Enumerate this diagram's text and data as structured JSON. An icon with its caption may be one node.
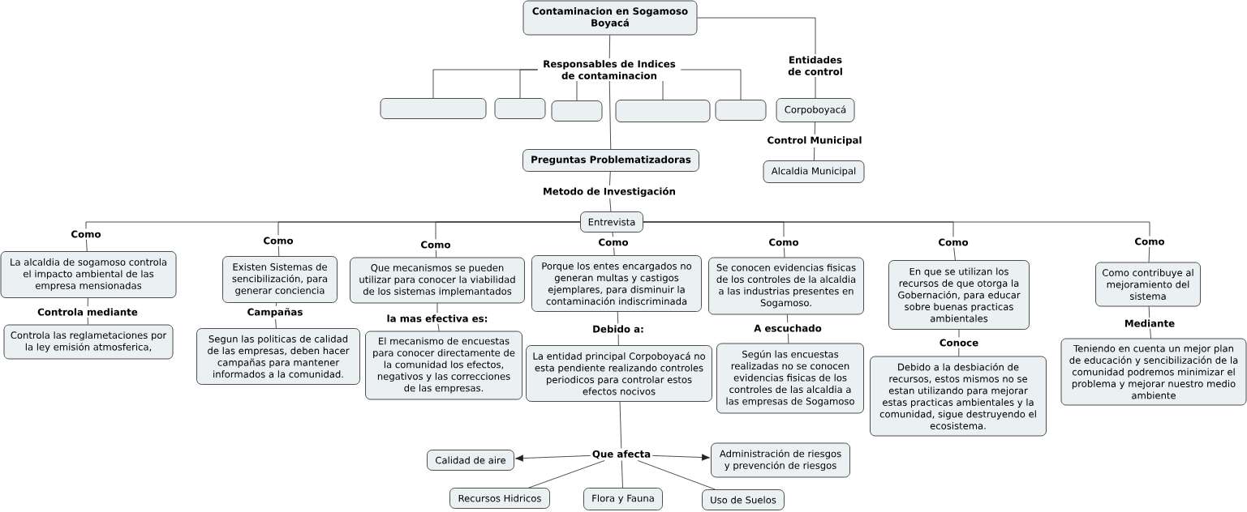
{
  "diagram": {
    "nodes": [
      {
        "text": [
          "Contaminacion en Sogamoso Boyacá"
        ]
      },
      {
        "text": [
          "Responsables de Indices de contaminacion"
        ]
      },
      {
        "text": [],
        "shape": "box"
      },
      {
        "text": [],
        "shape": "box"
      },
      {
        "text": [],
        "shape": "box"
      },
      {
        "text": [],
        "shape": "box"
      },
      {
        "text": [],
        "shape": "box"
      },
      {
        "text": [
          "Preguntas Problematizadoras"
        ]
      },
      {
        "text": [
          "Entidades de control"
        ]
      },
      {
        "text": [
          "Corpoboyacá"
        ]
      },
      {
        "text": [
          "Control Municipal"
        ]
      },
      {
        "text": [
          "Alcaldia Municipal"
        ]
      },
      {
        "text": [
          "Metodo de Investigación"
        ]
      },
      {
        "text": [
          "Entrevista"
        ]
      },
      {
        "text": [
          "Como"
        ]
      },
      {
        "text": [
          "La alcaldia de sogamoso controla el impacto ambiental de las empresa mensionadas"
        ]
      },
      {
        "text": [
          "Controla mediante"
        ]
      },
      {
        "text": [
          "Controla las reglametaciones por la ley emisión atmosferica,"
        ]
      },
      {
        "text": [
          "Como"
        ]
      },
      {
        "text": [
          "Existen Sistemas de sencibilización, para generar conciencia"
        ]
      },
      {
        "text": [
          "Campañas"
        ]
      },
      {
        "text": [
          "Segun las politicas de calidad de las empresas, deben hacer campañas para mantener informados a la comunidad."
        ]
      },
      {
        "text": [
          "Como"
        ]
      },
      {
        "text": [
          "Que mecanismos se pueden utilizar para conocer la viabilidad de los sistemas implemantados"
        ]
      },
      {
        "text": [
          "la mas efectiva es:"
        ]
      },
      {
        "text": [
          "El mecanismo de encuestas para conocer directamente de la comunidad los efectos, negativos y las correcciones de las empresas."
        ]
      },
      {
        "text": [
          "Como"
        ]
      },
      {
        "text": [
          "Porque los entes encargados no generan multas y castigos ejemplares, para disminuir la contaminación indiscriminada"
        ]
      },
      {
        "text": [
          "Debido a:"
        ]
      },
      {
        "text": [
          "La entidad principal Corpoboyacá no esta pendiente realizando controles periodicos para controlar estos efectos nocivos"
        ]
      },
      {
        "text": [
          "Como"
        ]
      },
      {
        "text": [
          "Se conocen evidencias fisicas de los controles de la alcaldia a las industrias presentes en Sogamoso."
        ]
      },
      {
        "text": [
          "A escuchado"
        ]
      },
      {
        "text": [
          "Según las encuestas realizadas no se conocen evidencias fisicas de los controles de las alcaldia a las empresas de Sogamoso"
        ]
      },
      {
        "text": [
          "Como"
        ]
      },
      {
        "text": [
          "En que se utilizan los recursos de que otorga la Gobernación, para educar sobre buenas practicas ambientales"
        ]
      },
      {
        "text": [
          "Conoce"
        ]
      },
      {
        "text": [
          "Debido a la desbiación de recursos, estos mismos no se estan utilizando para mejorar estas practicas ambientales y la comunidad, sigue destruyendo el ecosistema."
        ]
      },
      {
        "text": [
          "Como"
        ]
      },
      {
        "text": [
          "Como contribuye al mejoramiento del sistema"
        ]
      },
      {
        "text": [
          "Mediante"
        ]
      },
      {
        "text": [
          "Teniendo en cuenta un mejor plan de educación y sencibilización de la comunidad podremos minimizar el problema y mejorar nuestro medio ambiente"
        ]
      },
      {
        "text": [
          "Que afecta"
        ]
      },
      {
        "text": [
          "Calidad de aire"
        ]
      },
      {
        "text": [
          "Administración de riesgos y prevención de riesgos"
        ]
      },
      {
        "text": [
          "Recursos Hidricos"
        ]
      },
      {
        "text": [
          "Flora y Fauna"
        ]
      },
      {
        "text": [
          "Uso de Suelos"
        ]
      }
    ],
    "edges": [
      {
        "from": 0,
        "to": 1,
        "arrow": "none"
      },
      {
        "from": 1,
        "to": 2,
        "arrow": "none"
      },
      {
        "from": 1,
        "to": 3,
        "arrow": "none"
      },
      {
        "from": 1,
        "to": 4,
        "arrow": "none"
      },
      {
        "from": 1,
        "to": 5,
        "arrow": "none"
      },
      {
        "from": 1,
        "to": 6,
        "arrow": "none"
      },
      {
        "from": 1,
        "to": 7,
        "arrow": "none"
      },
      {
        "from": 0,
        "to": 8,
        "arrow": "none"
      },
      {
        "from": 8,
        "to": 9,
        "arrow": "none"
      },
      {
        "from": 9,
        "to": 10,
        "arrow": "none"
      },
      {
        "from": 10,
        "to": 11,
        "arrow": "none"
      },
      {
        "from": 7,
        "to": 12,
        "arrow": "none"
      },
      {
        "from": 12,
        "to": 13,
        "arrow": "none"
      },
      {
        "from": 13,
        "to": 14,
        "arrow": "none"
      },
      {
        "from": 13,
        "to": 18,
        "arrow": "none"
      },
      {
        "from": 13,
        "to": 22,
        "arrow": "none"
      },
      {
        "from": 13,
        "to": 26,
        "arrow": "none"
      },
      {
        "from": 13,
        "to": 30,
        "arrow": "none"
      },
      {
        "from": 13,
        "to": 34,
        "arrow": "none"
      },
      {
        "from": 13,
        "to": 38,
        "arrow": "none"
      },
      {
        "from": 14,
        "to": 15,
        "arrow": "none"
      },
      {
        "from": 15,
        "to": 16,
        "arrow": "none"
      },
      {
        "from": 16,
        "to": 17,
        "arrow": "none"
      },
      {
        "from": 18,
        "to": 19,
        "arrow": "none"
      },
      {
        "from": 19,
        "to": 20,
        "arrow": "none"
      },
      {
        "from": 20,
        "to": 21,
        "arrow": "none"
      },
      {
        "from": 22,
        "to": 23,
        "arrow": "none"
      },
      {
        "from": 23,
        "to": 24,
        "arrow": "none"
      },
      {
        "from": 24,
        "to": 25,
        "arrow": "none"
      },
      {
        "from": 26,
        "to": 27,
        "arrow": "none"
      },
      {
        "from": 27,
        "to": 28,
        "arrow": "none"
      },
      {
        "from": 28,
        "to": 29,
        "arrow": "none"
      },
      {
        "from": 30,
        "to": 31,
        "arrow": "none"
      },
      {
        "from": 31,
        "to": 32,
        "arrow": "none"
      },
      {
        "from": 32,
        "to": 33,
        "arrow": "none"
      },
      {
        "from": 34,
        "to": 35,
        "arrow": "none"
      },
      {
        "from": 35,
        "to": 36,
        "arrow": "none"
      },
      {
        "from": 36,
        "to": 37,
        "arrow": "none"
      },
      {
        "from": 38,
        "to": 39,
        "arrow": "none"
      },
      {
        "from": 39,
        "to": 40,
        "arrow": "none"
      },
      {
        "from": 40,
        "to": 41,
        "arrow": "none"
      },
      {
        "from": 29,
        "to": 42,
        "arrow": "none"
      },
      {
        "from": 42,
        "to": 43,
        "arrow": "to"
      },
      {
        "from": 42,
        "to": 44,
        "arrow": "to"
      },
      {
        "from": 42,
        "to": 45,
        "arrow": "none"
      },
      {
        "from": 42,
        "to": 46,
        "arrow": "none"
      },
      {
        "from": 42,
        "to": 47,
        "arrow": "none"
      }
    ]
  }
}
